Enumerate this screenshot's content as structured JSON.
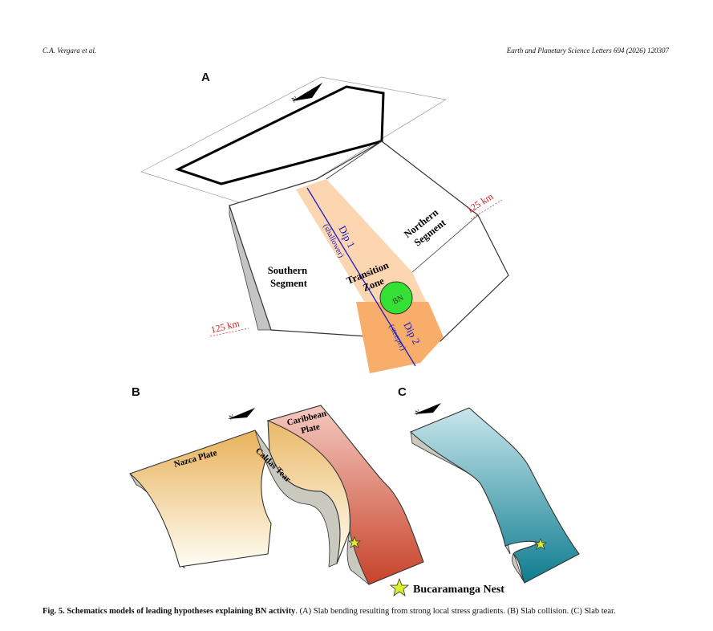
{
  "header": {
    "authors": "C.A. Vergara et al.",
    "journal": "Earth and Planetary Science Letters 694 (2026) 120307"
  },
  "panels": {
    "a": {
      "letter": "A",
      "north_label": "N",
      "southern_segment": [
        "Southern",
        "Segment"
      ],
      "northern_segment": [
        "Northern",
        "Segment"
      ],
      "transition_zone": [
        "Transition",
        "Zone"
      ],
      "dip1": "Dip 1",
      "dip1_note": "(shallower)",
      "dip2": "Dip 2",
      "dip2_note": "(steeper)",
      "bn": "BN",
      "depth_left": "125 km",
      "depth_right": "125 km"
    },
    "b": {
      "letter": "B",
      "north_label": "N",
      "nazca": "Nazca Plate",
      "caldas": "Caldas Tear",
      "caribbean": [
        "Caribbean",
        "Plate"
      ]
    },
    "c": {
      "letter": "C",
      "north_label": "N"
    },
    "legend": {
      "star_label": "Bucaramanga Nest"
    }
  },
  "caption": {
    "label": "Fig. 5.",
    "title": "Schematics models of leading hypotheses explaining BN activity",
    "text": ". (A) Slab bending resulting from strong local stress gradients. (B) Slab collision. (C) Slab tear."
  },
  "colors": {
    "transition_light": "#fbd6b0",
    "transition_dark": "#f8ad6a",
    "bn_green": "#33e033",
    "dip_blue": "#1a1acc",
    "depth_red": "#d42020",
    "nazca_top": "#e8b25a",
    "caribbean_top": "#f2b7ad",
    "caribbean_bottom": "#c8432a",
    "teal_top": "#bfe0e6",
    "teal_bottom": "#0f7d8f",
    "slab_side": "#c9c9bf",
    "star_fill": "#d9f02a"
  }
}
